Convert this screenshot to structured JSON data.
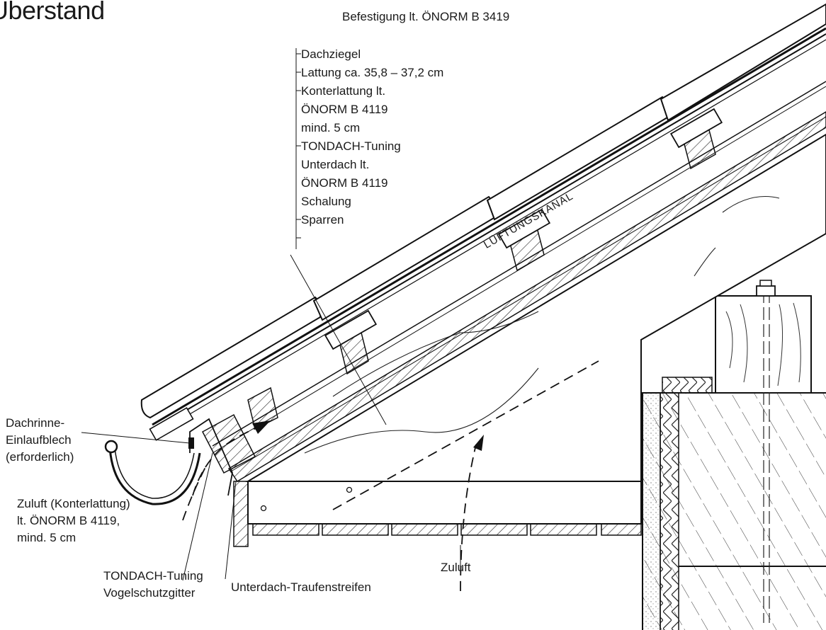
{
  "title": "Überstand",
  "top_note": "Befestigung lt. ÖNORM B 3419",
  "layer_labels": [
    "Dachziegel",
    "Lattung ca. 35,8 – 37,2 cm",
    "Konterlattung lt.",
    "ÖNORM B 4119",
    "mind. 5 cm",
    "TONDACH-Tuning",
    "Unterdach lt.",
    "ÖNORM B 4119",
    "Schalung",
    "Sparren"
  ],
  "channel_label": "LÜFTUNGSKANAL",
  "gutter_label": [
    "Dachrinne-",
    "Einlaufblech",
    "(erforderlich)"
  ],
  "supply_air_label": [
    "Zuluft (Konterlattung)",
    "lt. ÖNORM B 4119,",
    "mind. 5 cm"
  ],
  "bird_grille_label": [
    "TONDACH-Tuning",
    "Vogelschutzgitter"
  ],
  "eaves_strip_label": "Unterdach-Traufenstreifen",
  "supply_label": "Zuluft"
}
